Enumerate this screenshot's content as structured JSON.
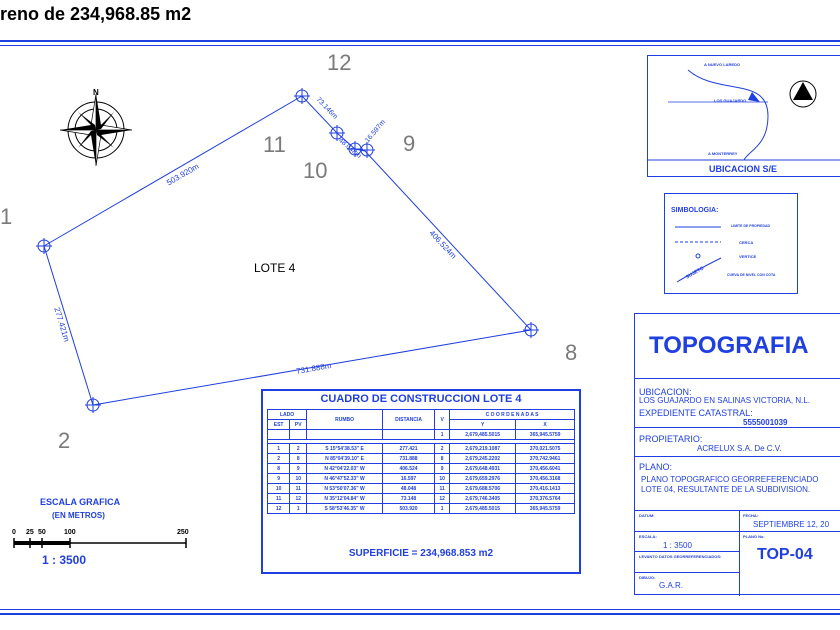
{
  "header": {
    "title": "reno de 234,968.85 m2"
  },
  "plan": {
    "lot_label": "LOTE 4",
    "points": [
      "12",
      "11",
      "9",
      "10",
      "1",
      "8",
      "2"
    ],
    "segments": {
      "s1_12": "503.920m",
      "s12_11": "73.146m",
      "s11_10": "48.048m",
      "s10_9": "16.597m",
      "s9_8": "406.524m",
      "s1_2": "277.421m",
      "s2_8": "731.888m"
    },
    "north": "N"
  },
  "scale": {
    "title": "ESCALA GRAFICA",
    "subtitle": "(EN METROS)",
    "ticks": [
      "0",
      "25",
      "50",
      "100",
      "250"
    ],
    "ratio": "1 : 3500"
  },
  "table": {
    "title": "CUADRO DE CONSTRUCCION LOTE 4",
    "headers": {
      "lado": "LADO",
      "est": "EST",
      "pv": "PV",
      "rumbo": "RUMBO",
      "distancia": "DISTANCIA",
      "v": "V",
      "coordenadas": "C O O R D E N A D A S",
      "y": "Y",
      "x": "X"
    },
    "first_row": {
      "v": "1",
      "y": "2,679,485.5015",
      "x": "365,945.5759"
    },
    "rows": [
      {
        "est": "1",
        "pv": "2",
        "rumbo": "S 15°54'38.53\" E",
        "dist": "277.421",
        "v": "2",
        "y": "2,679,219.1087",
        "x": "370,021.5075"
      },
      {
        "est": "2",
        "pv": "8",
        "rumbo": "N 85°04'39.10\" E",
        "dist": "731.888",
        "v": "8",
        "y": "2,679,245.2202",
        "x": "370,742.9461"
      },
      {
        "est": "8",
        "pv": "9",
        "rumbo": "N 42°04'22.03\" W",
        "dist": "406.524",
        "v": "9",
        "y": "2,679,648.4931",
        "x": "370,456.6041"
      },
      {
        "est": "9",
        "pv": "10",
        "rumbo": "N 46°47'52.33\" W",
        "dist": "16.597",
        "v": "10",
        "y": "2,679,659.2976",
        "x": "370,456.3168"
      },
      {
        "est": "10",
        "pv": "11",
        "rumbo": "N 53°50'07.36\" W",
        "dist": "48.048",
        "v": "11",
        "y": "2,679,688.5706",
        "x": "370,416.1413"
      },
      {
        "est": "11",
        "pv": "12",
        "rumbo": "N 35°12'04.84\" W",
        "dist": "73.148",
        "v": "12",
        "y": "2,679,746.3405",
        "x": "370,376.5764"
      },
      {
        "est": "12",
        "pv": "1",
        "rumbo": "S 58°53'46.35\" W",
        "dist": "503.920",
        "v": "1",
        "y": "2,679,485.5015",
        "x": "365,945.5759"
      }
    ],
    "superficie": "SUPERFICIE = 234,968.853 m2"
  },
  "location": {
    "road1": "A NUEVO LAREDO",
    "road2": "LOS GUAJARDO",
    "road3": "A MONTERREY",
    "caption": "UBICACION  S/E"
  },
  "legend": {
    "title": "SIMBOLOGIA:",
    "items": [
      "LIMITE DE PROPIEDAD",
      "CERCA",
      "VERTICE",
      "CURVA DE NIVEL CON COTA"
    ],
    "sample_label": "SUJETO"
  },
  "titleblock": {
    "heading": "TOPOGRAFIA",
    "ubicacion_label": "UBICACION:",
    "ubicacion_value": "LOS GUAJARDO EN SALINAS VICTORIA, N.L.",
    "expediente_label": "EXPEDIENTE  CATASTRAL:",
    "expediente_value": "5555001039",
    "propietario_label": "PROPIETARIO:",
    "propietario_value": "ACRELUX S.A. De C.V.",
    "plano_label": "PLANO:",
    "plano_line1": "PLANO TOPOGRAFICO GEORREFERENCIADO",
    "plano_line2": "LOTE 04, RESULTANTE DE LA SUBDIVISION.",
    "datum_label": "DATUM:",
    "fecha_label": "FECHA:",
    "fecha_value": "SEPTIEMBRE  12,  20",
    "escala_label": "ESCALA:",
    "escala_value": "1 : 3500",
    "planono_label": "PLANO No.",
    "levanto_label": "LEVANTO DATOS GEORREFERENCIADOS:",
    "plano_no": "TOP-04",
    "dibujo_label": "DIBUJO:",
    "dibujo_value": "G.A.R."
  }
}
